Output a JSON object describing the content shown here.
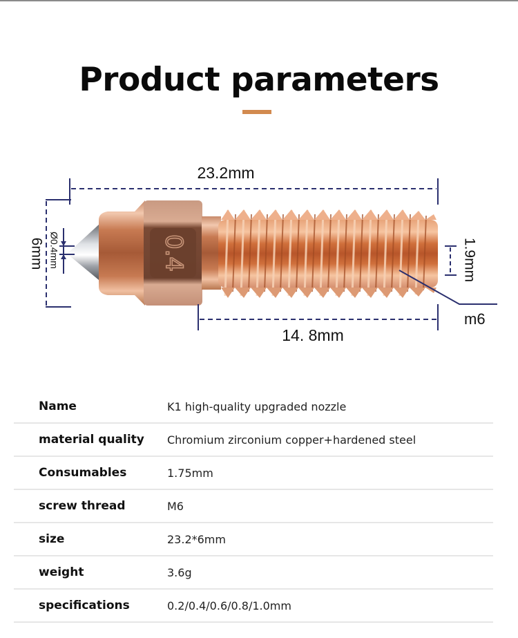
{
  "header": {
    "title": "Product parameters",
    "accent_color": "#d28a4f"
  },
  "diagram": {
    "dim_color": "#2a2f6e",
    "labels": {
      "total_length": "23.2mm",
      "thread_length": "14. 8mm",
      "diameter": "6mm",
      "nozzle_hole": "Ø0.4mm",
      "inner_bore": "1.9mm",
      "thread_spec": "m6",
      "hex_marking": "0.4"
    }
  },
  "params": [
    {
      "key": "Name",
      "value": "K1 high-quality upgraded nozzle"
    },
    {
      "key": "material quality",
      "value": "Chromium zirconium copper+hardened steel"
    },
    {
      "key": "Consumables",
      "value": "1.75mm"
    },
    {
      "key": "screw thread",
      "value": "M6"
    },
    {
      "key": "size",
      "value": "23.2*6mm"
    },
    {
      "key": "weight",
      "value": "3.6g"
    },
    {
      "key": "specifications",
      "value": "0.2/0.4/0.6/0.8/1.0mm"
    }
  ]
}
